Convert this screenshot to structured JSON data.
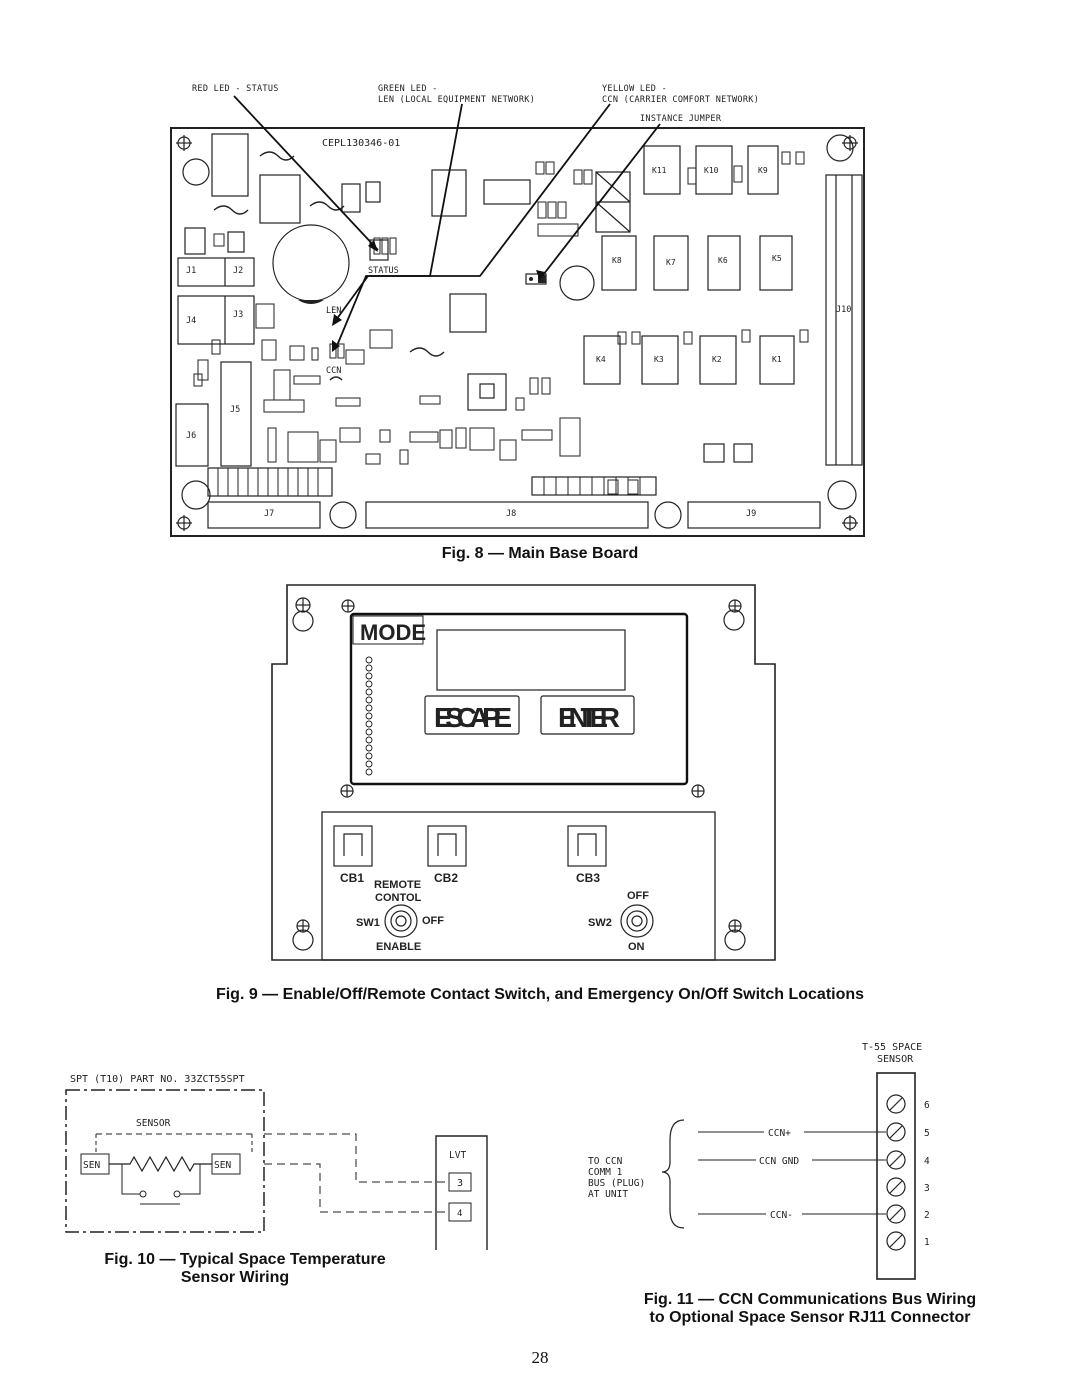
{
  "fig8": {
    "caption": "Fig. 8 — Main Base Board",
    "led_red": "RED LED - STATUS",
    "led_green_1": "GREEN LED -",
    "led_green_2": "LEN (LOCAL EQUIPMENT NETWORK)",
    "led_yellow_1": "YELLOW LED -",
    "led_yellow_2": "CCN (CARRIER COMFORT NETWORK)",
    "instance_jumper": "INSTANCE JUMPER",
    "board_part": "CEPL130346-01",
    "status": "STATUS",
    "len": "LEN",
    "ccn": "CCN",
    "connectors": [
      "J1",
      "J2",
      "J3",
      "J4",
      "J5",
      "J6",
      "J7",
      "J8",
      "J9",
      "J10"
    ],
    "relays": [
      "K11",
      "K10",
      "K9",
      "K8",
      "K7",
      "K6",
      "K5",
      "K4",
      "K3",
      "K2",
      "K1"
    ]
  },
  "fig9": {
    "caption": "Fig. 9 — Enable/Off/Remote Contact Switch, and Emergency On/Off Switch Locations",
    "mode": "MODE",
    "escape": "ESCAPE",
    "enter": "ENTER",
    "cb1": "CB1",
    "cb2": "CB2",
    "cb3": "CB3",
    "remote": "REMOTE",
    "contol": "CONTOL",
    "sw1": "SW1",
    "off_left": "OFF",
    "enable": "ENABLE",
    "off_right": "OFF",
    "sw2": "SW2",
    "on": "ON"
  },
  "fig10": {
    "caption_line1": "Fig. 10 — Typical Space Temperature",
    "caption_line2": "Sensor Wiring",
    "part_label": "SPT (T10) PART NO. 33ZCT55SPT",
    "sensor": "SENSOR",
    "sen_left": "SEN",
    "sen_right": "SEN",
    "lvt": "LVT",
    "terminal_3": "3",
    "terminal_4": "4"
  },
  "fig11": {
    "caption_line1": "Fig. 11 — CCN Communications Bus Wiring",
    "caption_line2": "to Optional Space Sensor RJ11 Connector",
    "title_1": "T-55 SPACE",
    "title_2": "SENSOR",
    "to_ccn": "TO CCN",
    "comm": "COMM 1",
    "bus": "BUS (PLUG)",
    "at_unit": "AT UNIT",
    "ccn_plus": "CCN+",
    "ccn_gnd": "CCN GND",
    "ccn_minus": "CCN-",
    "pins": [
      "6",
      "5",
      "4",
      "3",
      "2",
      "1"
    ]
  },
  "page_number": "28"
}
